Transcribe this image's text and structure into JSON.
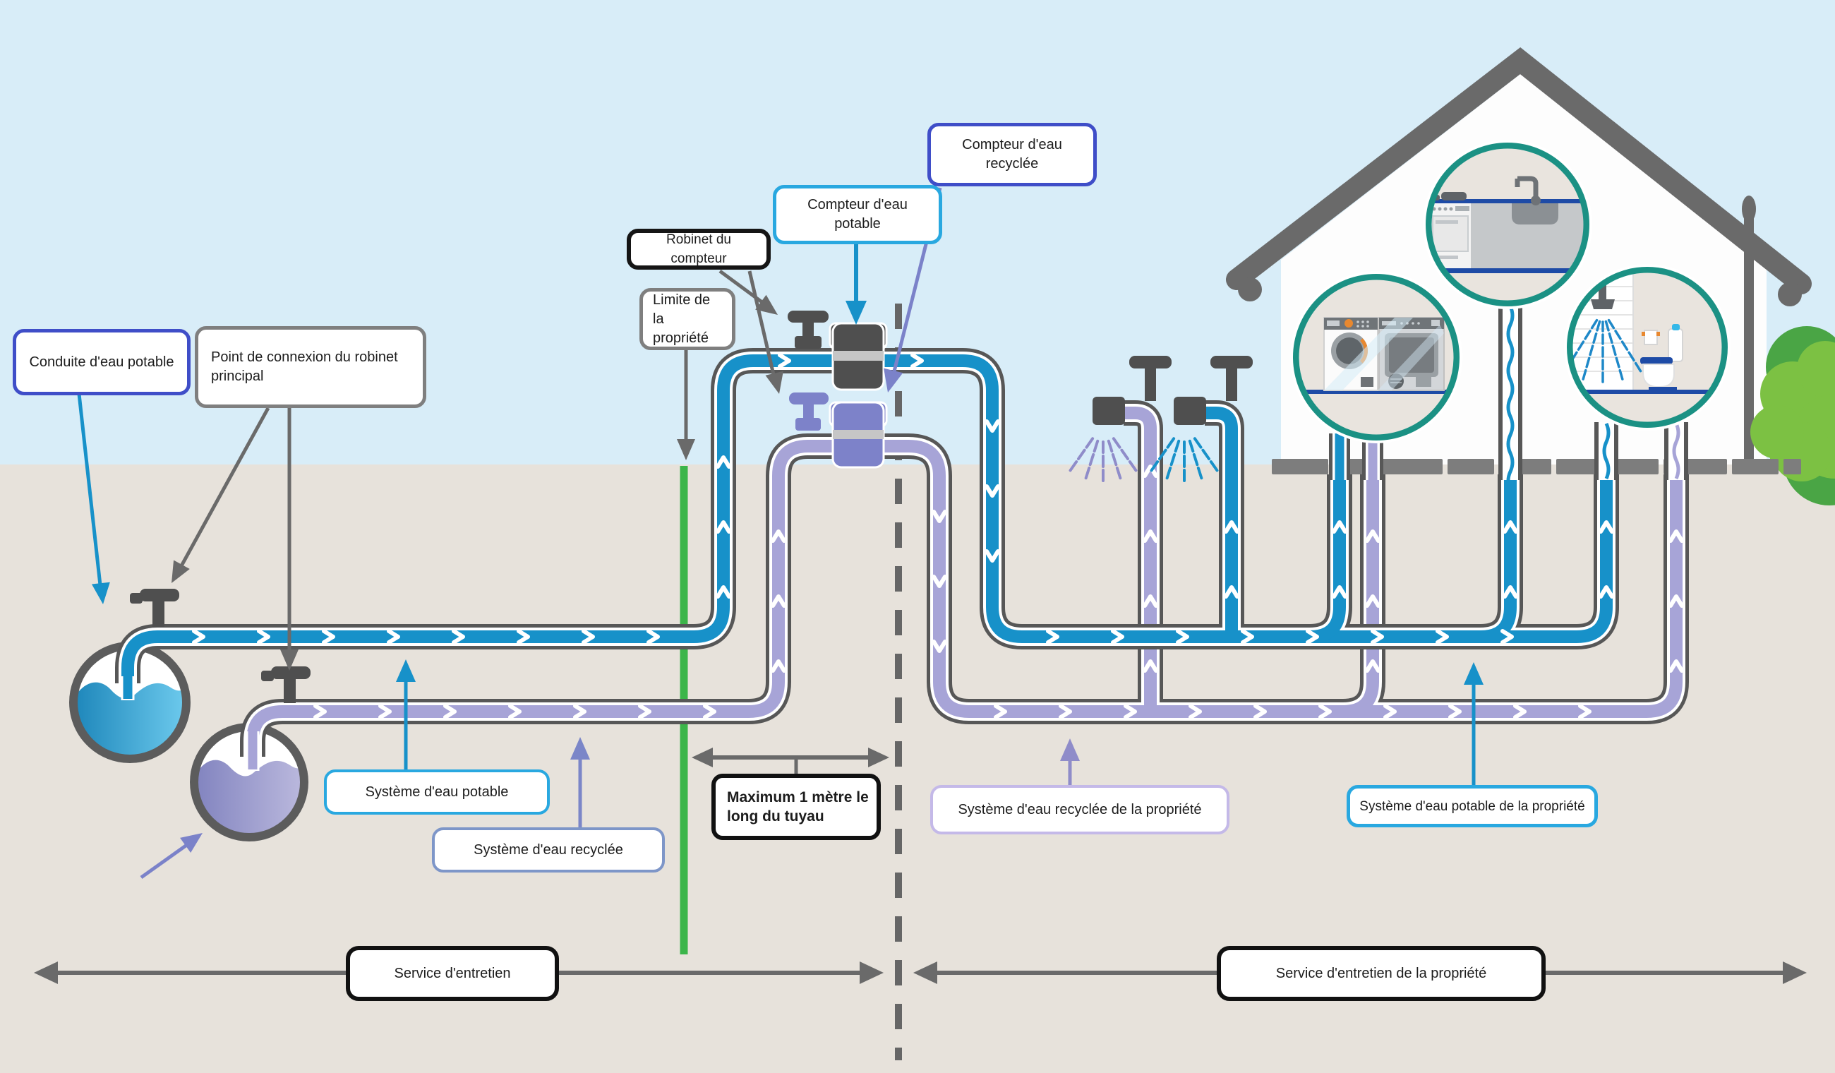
{
  "diagram": {
    "type": "water-connection-schematic",
    "language": "fr"
  },
  "labels": {
    "conduite_potable": {
      "text": "Conduite d'eau potable",
      "border": "#3f4ec8"
    },
    "point_connexion": {
      "lines": [
        "Point de connexion du robinet",
        "principal"
      ],
      "border": "#7f7f7f"
    },
    "robinet_compteur": {
      "text": "Robinet du compteur",
      "border": "#151515"
    },
    "limite_propriete": {
      "lines": [
        "Limite de la",
        "propriété"
      ],
      "border": "#7f7f7f"
    },
    "compteur_potable": {
      "text": "Compteur d'eau potable",
      "border": "#29a8e0"
    },
    "compteur_recyclee": {
      "text": "Compteur d'eau recyclée",
      "border": "#3f4ec8"
    },
    "systeme_potable": {
      "text": "Système d'eau potable",
      "border": "#29a8e0"
    },
    "systeme_recyclee": {
      "text": "Système d'eau recyclée",
      "border": "#7e96c8"
    },
    "maximum_1m": {
      "lines": [
        "Maximum 1 mètre le",
        "long du tuyau"
      ],
      "border": "#111111"
    },
    "systeme_recyclee_propriete": {
      "text": "Système d'eau recyclée de la propriété",
      "border": "#c4b9e8"
    },
    "systeme_potable_propriete": {
      "text": "Système d'eau potable de la propriété",
      "border": "#29a8e0"
    },
    "service_entretien": {
      "text": "Service d'entretien",
      "border": "#111111"
    },
    "service_entretien_propriete": {
      "text": "Service d'entretien de la propriété",
      "border": "#111111"
    }
  },
  "colors": {
    "sky": "#d8edf8",
    "ground": "#e7e2db",
    "potable_water": "#1791c9",
    "recycled_water": "#a7a4d7",
    "recycled_meter": "#7d82c9",
    "pipe_casing": "#575757",
    "boundary_line_green": "#3cb54a",
    "property_dashed_line": "#666666",
    "room_circle_ring": "#1b9184",
    "leader_gray": "#6a6a6a",
    "navy_fixture_line": "#1e4ba6",
    "accent_orange": "#e8882f",
    "bush_green_light": "#7cc143",
    "bush_green_dark": "#4aa545",
    "house_roof_gray": "#6a6a6a"
  }
}
